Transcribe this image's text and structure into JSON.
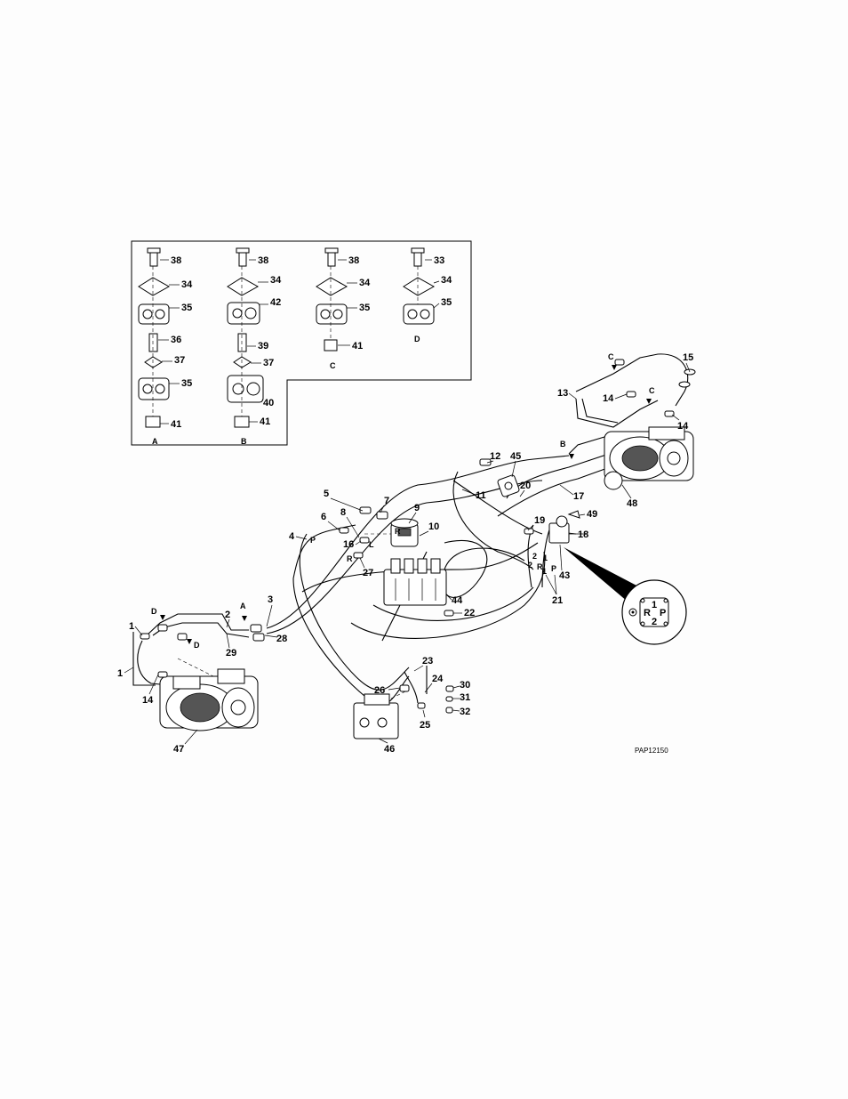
{
  "drawing_code": "PAP12150",
  "detail_groups": [
    {
      "id": "A",
      "labels": [
        "38",
        "34",
        "35",
        "36",
        "37",
        "35",
        "41"
      ]
    },
    {
      "id": "B",
      "labels": [
        "38",
        "34",
        "42",
        "39",
        "37",
        "40",
        "41"
      ]
    },
    {
      "id": "C",
      "labels": [
        "38",
        "34",
        "35",
        "41"
      ]
    },
    {
      "id": "D",
      "labels": [
        "33",
        "34",
        "35"
      ]
    }
  ],
  "callouts": [
    "1",
    "1",
    "2",
    "3",
    "4",
    "5",
    "6",
    "7",
    "8",
    "9",
    "10",
    "11",
    "12",
    "13",
    "14",
    "14",
    "14",
    "15",
    "16",
    "17",
    "18",
    "19",
    "20",
    "21",
    "22",
    "23",
    "24",
    "25",
    "26",
    "27",
    "28",
    "29",
    "30",
    "31",
    "32",
    "43",
    "44",
    "45",
    "46",
    "47",
    "48",
    "49"
  ],
  "clamp_markers": [
    "A",
    "B",
    "C",
    "C",
    "D",
    "D"
  ],
  "port_markers": [
    "P",
    "R",
    "L",
    "R",
    "2",
    "1",
    "P",
    "2",
    "1",
    "R"
  ],
  "port_inset": {
    "top": "1",
    "left": "R",
    "right": "P",
    "bottom": "2"
  },
  "colors": {
    "line": "#000000",
    "background": "#fdfdfd"
  }
}
